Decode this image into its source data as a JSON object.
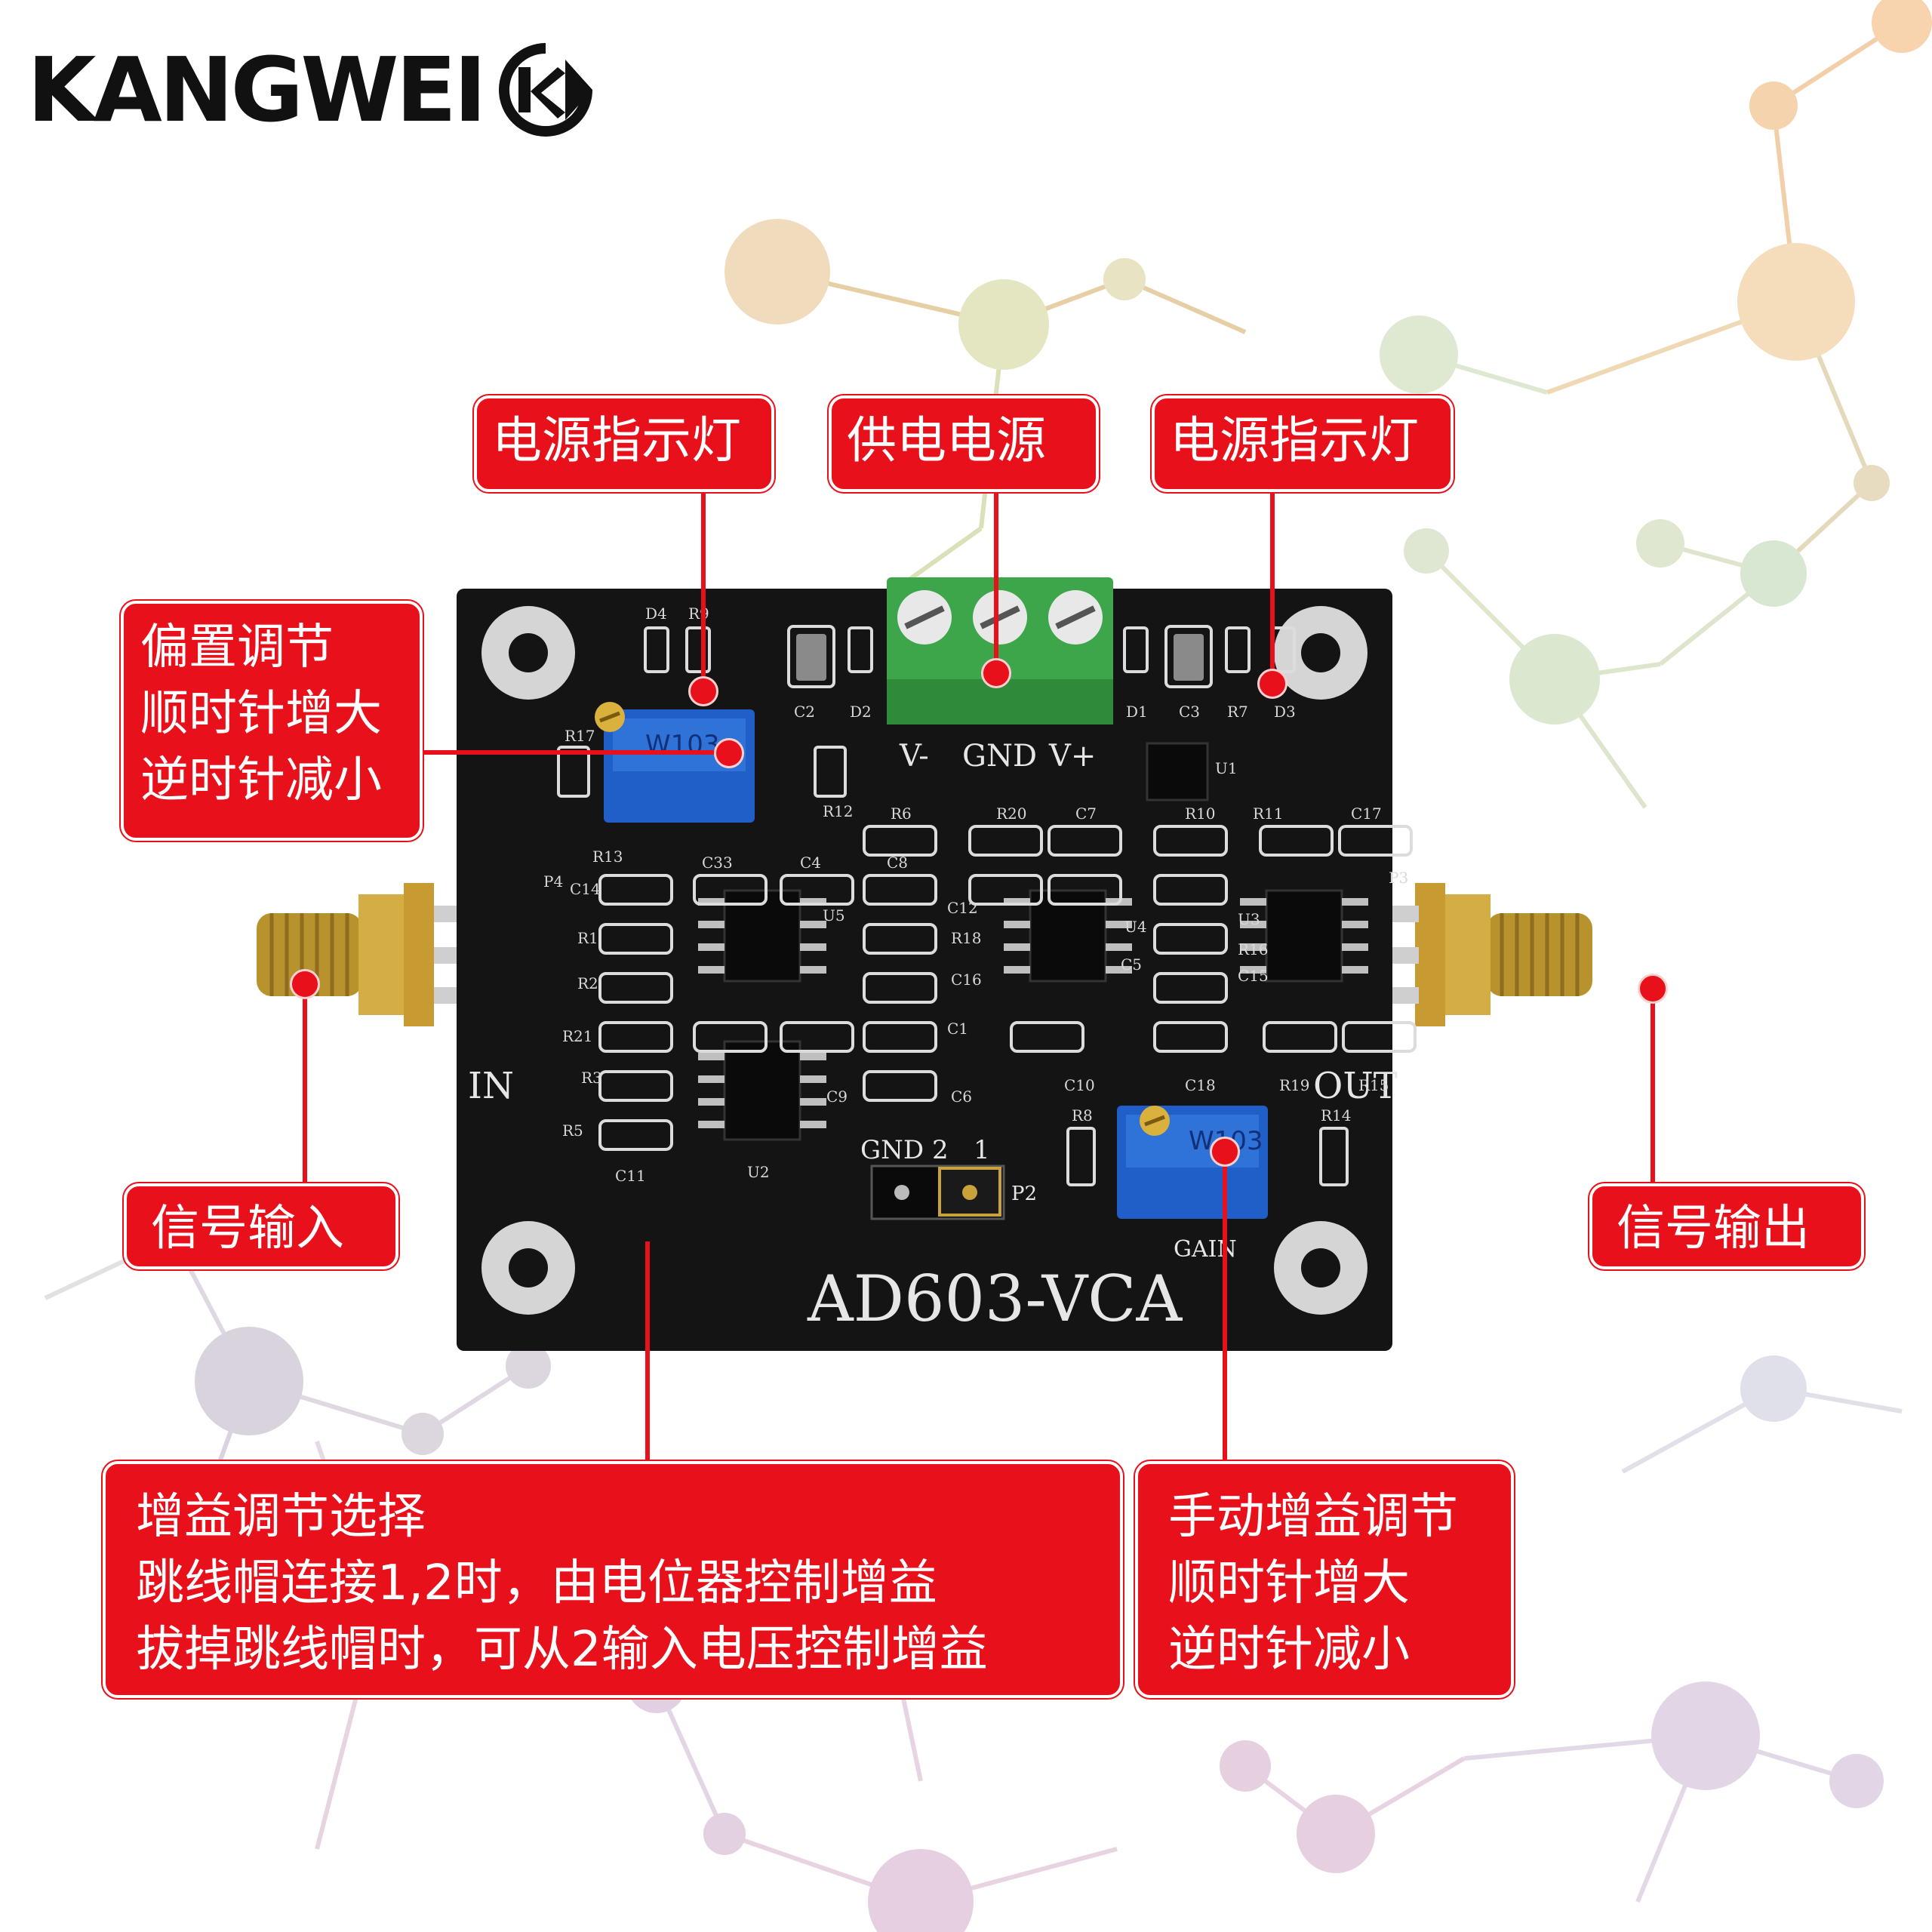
{
  "brand": {
    "name": "KANGWEI",
    "badge": "K"
  },
  "board": {
    "title": "AD603-VCA",
    "port_in": "IN",
    "port_out": "OUT",
    "terminal_labels": [
      "V-",
      "GND",
      "V+"
    ],
    "jumper_labels": {
      "gnd": "GND",
      "pin2": "2",
      "pin1": "1",
      "ref": "P2"
    },
    "gain_label": "GAIN",
    "pot_markings": [
      "W103",
      "W103"
    ],
    "refs": [
      "D4",
      "R9",
      "C2",
      "D2",
      "D1",
      "C3",
      "R7",
      "D3",
      "R17",
      "R12",
      "U1",
      "R13",
      "C33",
      "C4",
      "C8",
      "R6",
      "R20",
      "C7",
      "R10",
      "R11",
      "C17",
      "P4",
      "C14",
      "U5",
      "C12",
      "R18",
      "C16",
      "C1",
      "C9",
      "C6",
      "R1",
      "R2",
      "R21",
      "R3",
      "R5",
      "C11",
      "U2",
      "R16",
      "C15",
      "U3",
      "R19",
      "R15",
      "C18",
      "C10",
      "U4",
      "C5",
      "R8",
      "R14",
      "P3"
    ]
  },
  "callouts": {
    "power_led_left": [
      "电源指示灯"
    ],
    "power_supply": [
      "供电电源"
    ],
    "power_led_right": [
      "电源指示灯"
    ],
    "offset_adjust": [
      "偏置调节",
      "顺时针增大",
      "逆时针减小"
    ],
    "signal_in": [
      "信号输入"
    ],
    "signal_out": [
      "信号输出"
    ],
    "gain_select": [
      "增益调节选择",
      "跳线帽连接1,2时，由电位器控制增益",
      "拔掉跳线帽时，可从2输入电压控制增益"
    ],
    "manual_gain": [
      "手动增益调节",
      "顺时针增大",
      "逆时针减小"
    ]
  },
  "colors": {
    "callout_red": "#e8101a",
    "pcb_black": "#141414",
    "terminal_green": "#3ea64a",
    "pot_blue": "#1f5fc7",
    "sma_gold": "#c9a33a"
  }
}
